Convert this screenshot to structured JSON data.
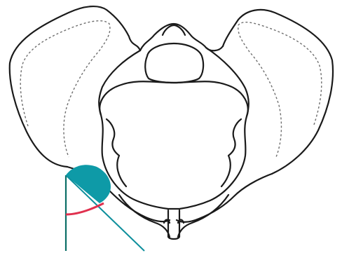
{
  "colors": {
    "outline": "#1a1a1a",
    "dashed": "#6f6f6f",
    "background": "#ffffff",
    "angle_region": "#0e9aa7",
    "angle_arc": "#e0304e",
    "line_vertical": "#0b6f66",
    "line_diagonal": "#0e8f9c"
  },
  "diagram": {
    "subject": "pelvis-anterior-view",
    "annotations": [
      "subpubic-angle-region",
      "angle-arc",
      "reference-lines"
    ]
  }
}
